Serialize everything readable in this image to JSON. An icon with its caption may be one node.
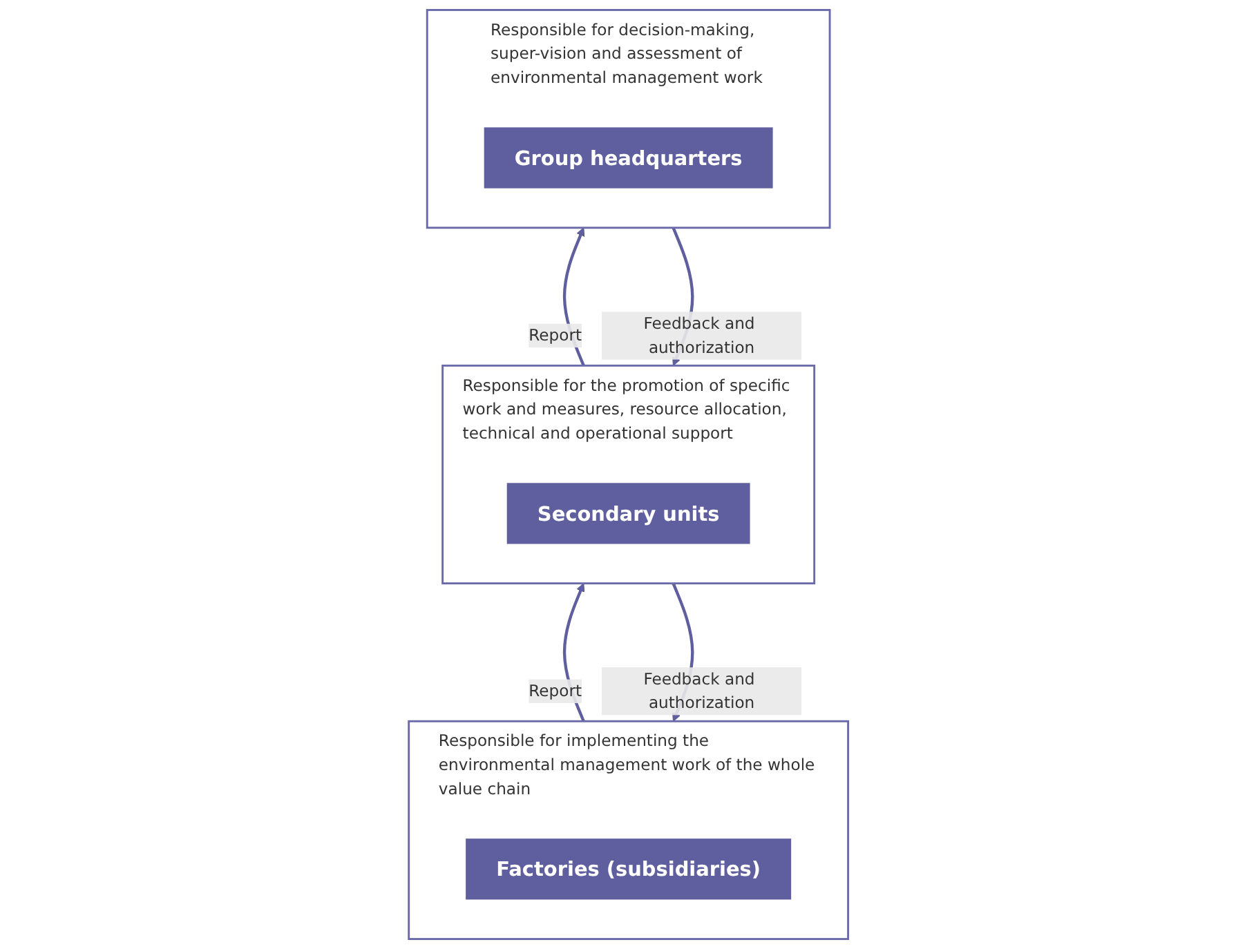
{
  "diagram": {
    "nodes": [
      {
        "text": [
          "Responsible for decision-making, super-vision and assessment of environmental management work"
        ]
      },
      {
        "text": [
          "Group headquarters"
        ],
        "in": 0
      },
      {
        "text": [
          "Responsible for the promotion of specific work and measures, resource allocation, technical and operational support"
        ]
      },
      {
        "text": [
          "Secondary units"
        ],
        "in": 2
      },
      {
        "text": [
          "Responsible for implementing the environmental management work of the whole value chain"
        ]
      },
      {
        "text": [
          "Factories (subsidiaries)"
        ],
        "in": 4
      }
    ],
    "edges": [
      {
        "from": 0,
        "to": 2,
        "arrow": "to",
        "label": "Feedback and authorization"
      },
      {
        "from": 2,
        "to": 0,
        "arrow": "to",
        "label": "Report"
      },
      {
        "from": 2,
        "to": 4,
        "arrow": "to",
        "label": "Feedback and authorization"
      },
      {
        "from": 4,
        "to": 2,
        "arrow": "to",
        "label": "Report"
      }
    ]
  }
}
